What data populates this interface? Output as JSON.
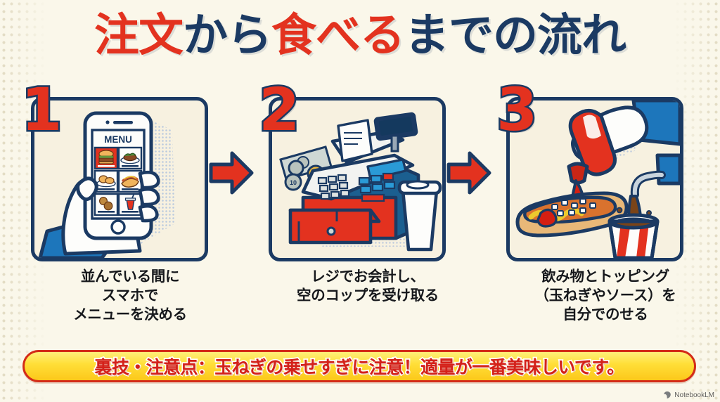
{
  "title": {
    "segments": [
      {
        "text": "注文",
        "color": "#e3321f"
      },
      {
        "text": "から",
        "color": "#1b3a63"
      },
      {
        "text": "食べる",
        "color": "#e3321f"
      },
      {
        "text": "までの流れ",
        "color": "#1b3a63"
      }
    ],
    "full_text": "注文から食べるまでの流れ"
  },
  "steps": [
    {
      "number": "1",
      "illustration": "hand-holding-smartphone-menu",
      "phone": {
        "header": "MENU",
        "items": [
          "burger",
          "salad-plate",
          "bread-plate",
          "hot-dog",
          "fried-snack",
          "soda-cup"
        ],
        "selected_index": 0
      },
      "caption_lines": [
        "並んでいる間に",
        "スマホで",
        "メニューを決める"
      ]
    },
    {
      "number": "2",
      "illustration": "cash-register-with-money-and-cup",
      "caption_lines": [
        "レジでお会計し、",
        "空のコップを受け取る"
      ]
    },
    {
      "number": "3",
      "illustration": "ketchup-on-hotdog-and-soda-fountain",
      "caption_lines": [
        "飲み物とトッピング",
        "（玉ねぎやソース）を",
        "自分でのせる"
      ]
    }
  ],
  "arrows": {
    "count": 2,
    "direction": "right"
  },
  "banner": {
    "text": "裏技・注意点：玉ねぎの乗せすぎに注意！適量が一番美味しいです。",
    "background_color": "#ffdf38",
    "text_color": "#d4211a",
    "border_color": "#d32b18"
  },
  "watermark": {
    "label": "NotebookLM",
    "icon": "notebooklm-icon"
  },
  "palette": {
    "background": "#faf7ea",
    "panel_fill": "#f7f1e0",
    "navy": "#1b3a63",
    "red": "#e3321f",
    "blue": "#1d76bb",
    "yellow": "#ffdf38"
  }
}
